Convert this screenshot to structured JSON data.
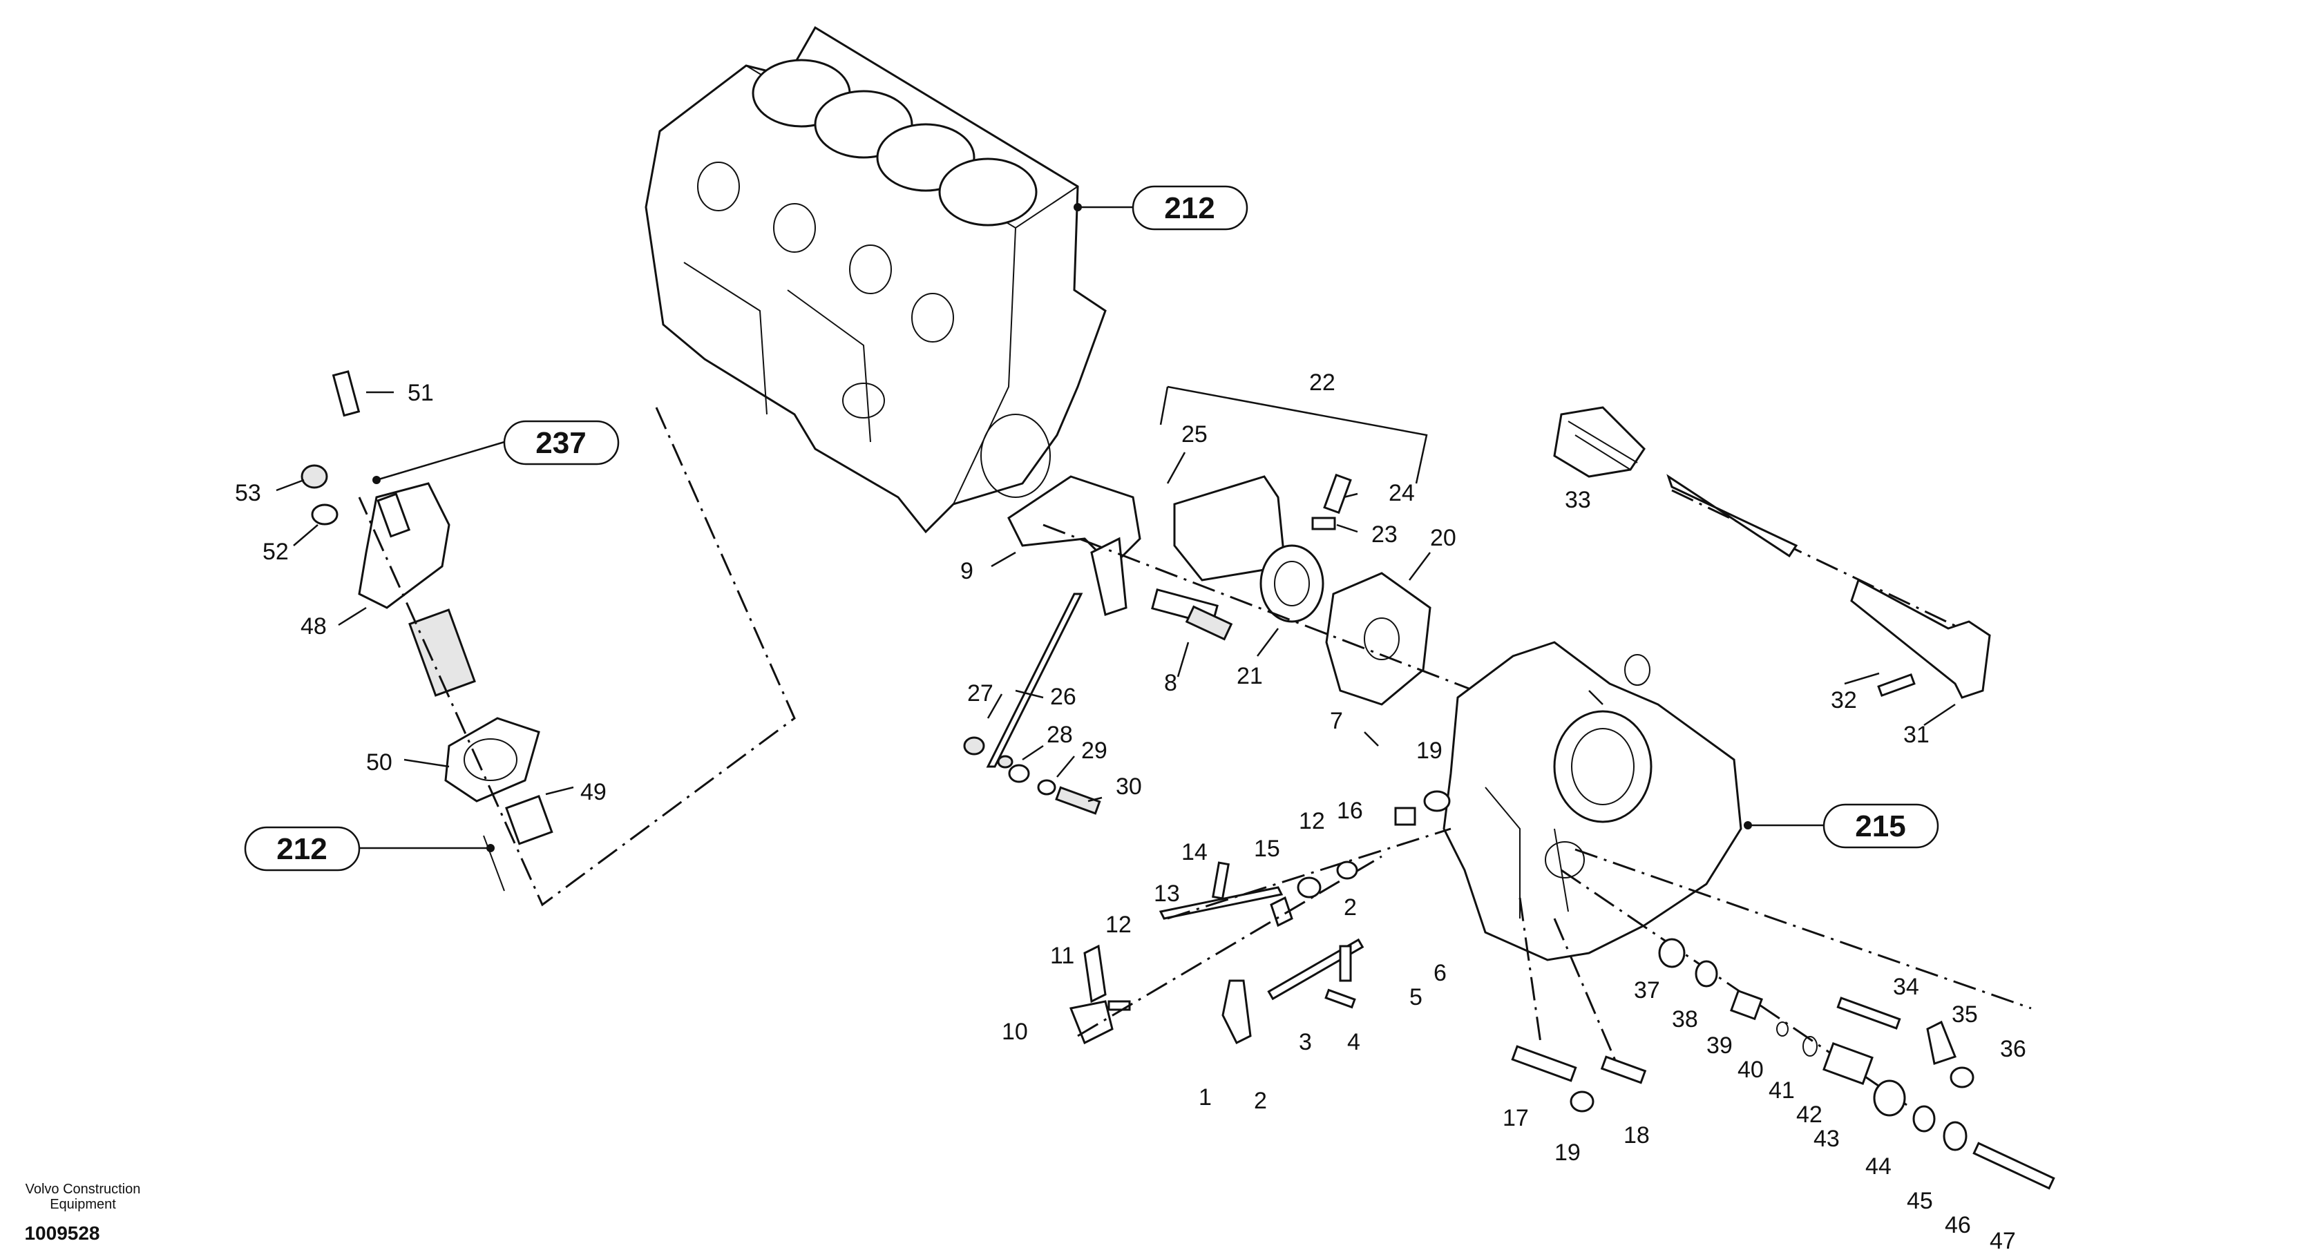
{
  "diagram": {
    "footer": {
      "brand_line1": "Volvo Construction",
      "brand_line2": "Equipment",
      "drawing_number": "1009528"
    },
    "references": [
      "212",
      "237",
      "212",
      "215"
    ],
    "part_labels": [
      "51",
      "53",
      "52",
      "48",
      "50",
      "49",
      "22",
      "25",
      "24",
      "23",
      "9",
      "20",
      "21",
      "8",
      "27",
      "26",
      "28",
      "29",
      "30",
      "33",
      "32",
      "31",
      "7",
      "19",
      "16",
      "12",
      "15",
      "14",
      "13",
      "12",
      "2",
      "11",
      "10",
      "6",
      "5",
      "4",
      "3",
      "1",
      "2",
      "17",
      "19",
      "18",
      "37",
      "38",
      "39",
      "40",
      "41",
      "42",
      "43",
      "34",
      "35",
      "36",
      "44",
      "45",
      "46",
      "47"
    ]
  }
}
